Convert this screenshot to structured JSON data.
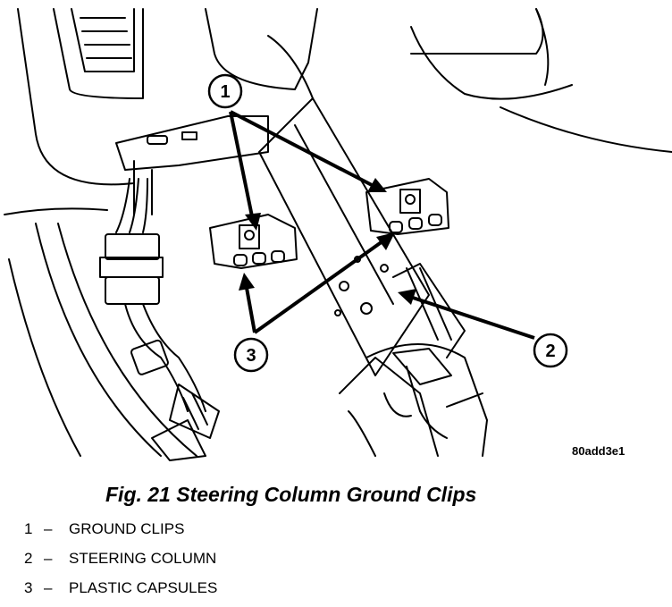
{
  "figure": {
    "image_code": "80add3e1",
    "caption": "Fig. 21 Steering Column Ground Clips"
  },
  "callouts": [
    "1",
    "2",
    "3"
  ],
  "legend": [
    {
      "number": "1",
      "separator": "–",
      "label": "GROUND CLIPS"
    },
    {
      "number": "2",
      "separator": "–",
      "label": "STEERING COLUMN"
    },
    {
      "number": "3",
      "separator": "–",
      "label": "PLASTIC CAPSULES"
    }
  ]
}
